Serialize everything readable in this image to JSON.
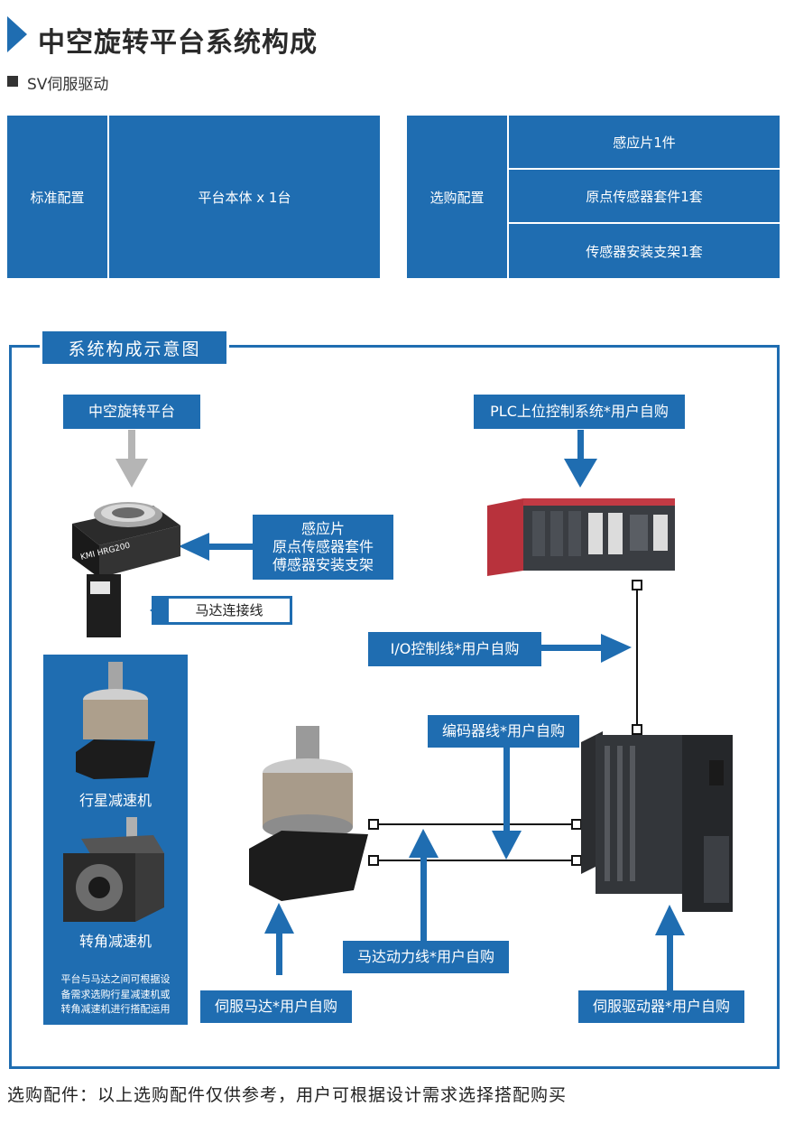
{
  "header": {
    "title": "中空旋转平台系统构成",
    "subtitle": "SV伺服驱动"
  },
  "config": {
    "standard": {
      "label": "标准配置",
      "items": [
        "平台本体 x 1台"
      ]
    },
    "optional": {
      "label": "选购配置",
      "items": [
        "感应片1件",
        "原点传感器套件1套",
        "传感器安装支架1套"
      ]
    }
  },
  "diagram": {
    "title": "系统构成示意图",
    "platform_label": "中空旋转平台",
    "sensor_lines": [
      "感应片",
      "原点传感器套件",
      "傅感器安装支架"
    ],
    "motor_cable": "马达连接线",
    "plc_label": "PLC上位控制系统*用户自购",
    "io_label": "I/O控制线*用户自购",
    "encoder_label": "编码器线*用户自购",
    "power_label": "马达动力线*用户自购",
    "servo_motor_label": "伺服马达*用户自购",
    "servo_driver_label": "伺服驱动器*用户自购",
    "planetary_label": "行星减速机",
    "angle_label": "转角减速机",
    "note_lines": [
      "平台与马达之间可根据设",
      "备需求选购行星减速机或",
      "转角减速机进行搭配运用"
    ],
    "device_text": "KMI HRG200"
  },
  "footer": "选购配件：以上选购配件仅供参考，用户可根据设计需求选择搭配购买",
  "colors": {
    "accent": "#1f6db1",
    "gray_arrow": "#b5b5b5"
  }
}
